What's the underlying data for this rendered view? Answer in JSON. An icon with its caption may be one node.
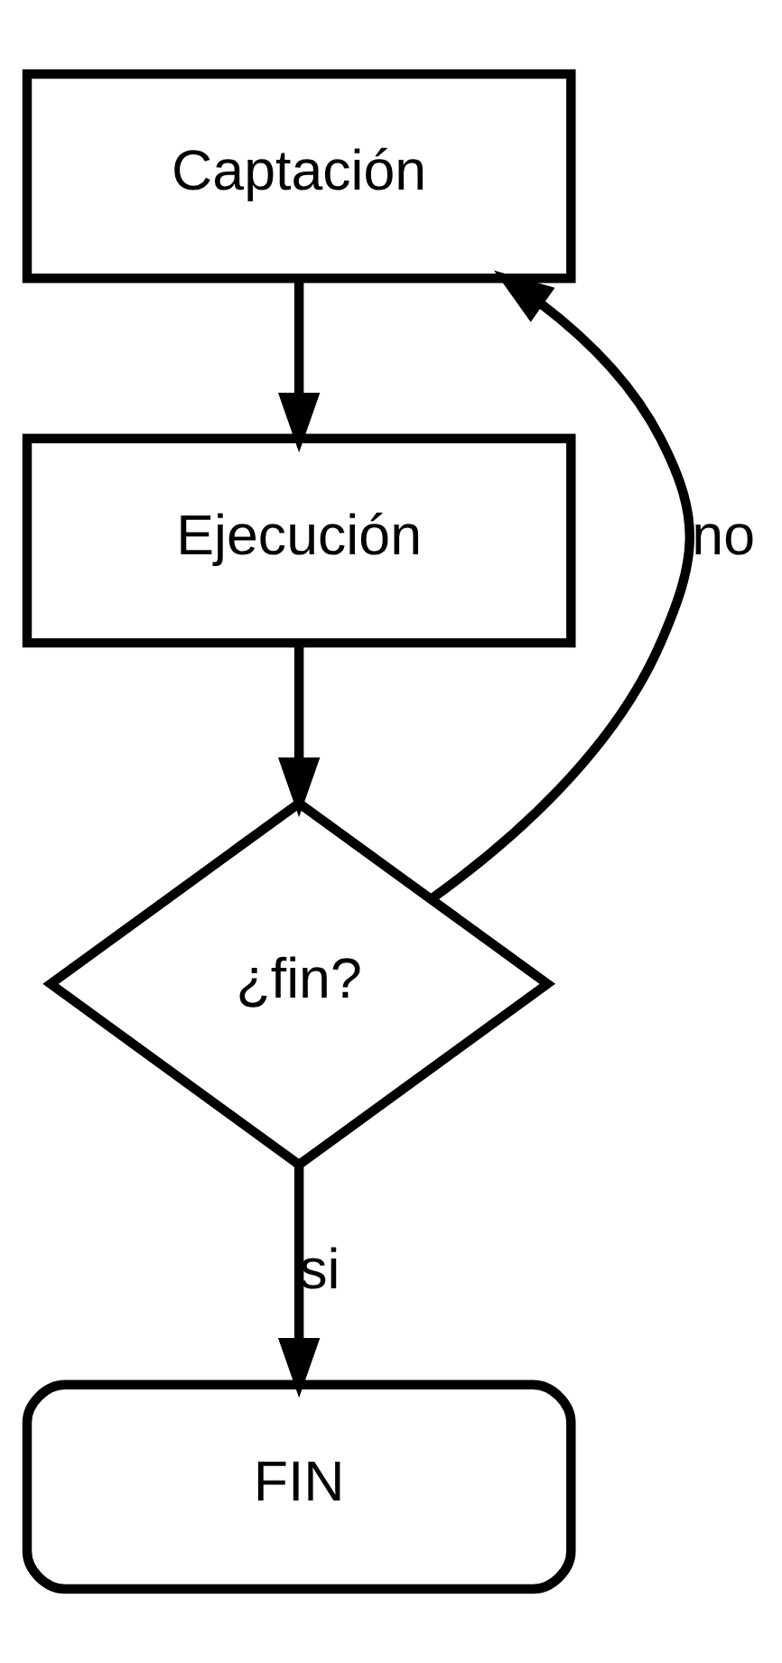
{
  "diagram": {
    "nodes": [
      {
        "text": [
          "Captación"
        ]
      },
      {
        "text": [
          "Ejecución"
        ]
      },
      {
        "text": [
          "¿fin?"
        ]
      },
      {
        "text": [
          "FIN"
        ]
      }
    ],
    "edges": [
      {
        "from": 0,
        "to": 1,
        "arrow": "to"
      },
      {
        "from": 1,
        "to": 2,
        "arrow": "to"
      },
      {
        "from": 2,
        "to": 0,
        "arrow": "to",
        "label": "no"
      },
      {
        "from": 2,
        "to": 3,
        "arrow": "to",
        "label": "si"
      }
    ]
  }
}
